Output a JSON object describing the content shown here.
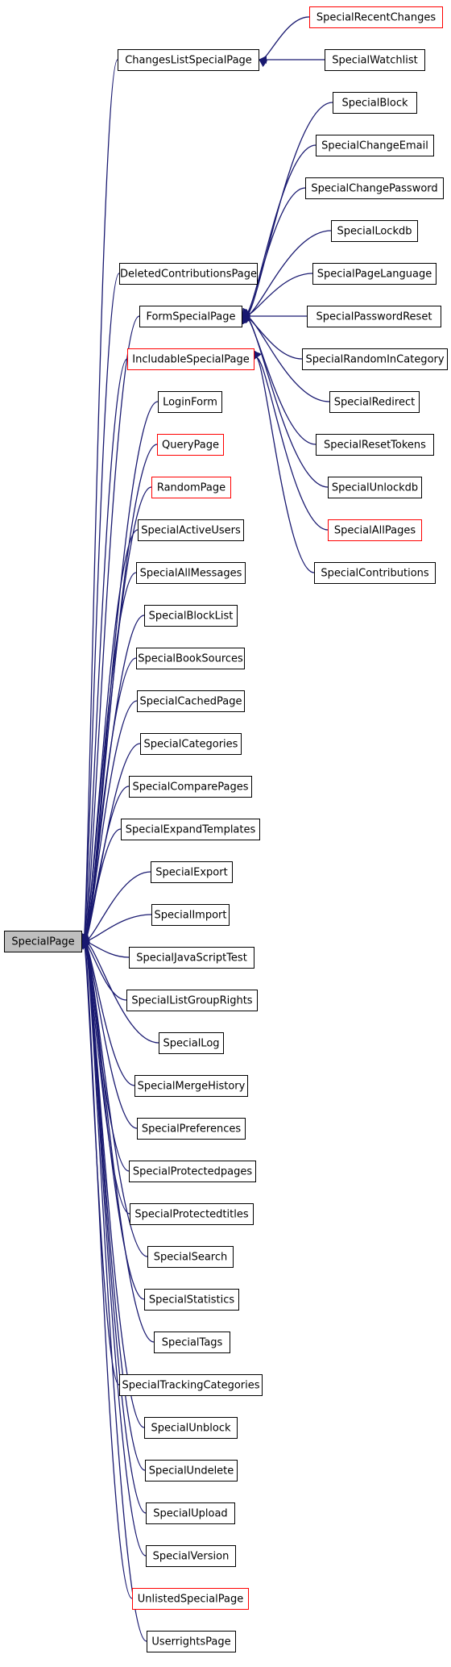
{
  "diagram": {
    "colors": {
      "edge": "#191970",
      "node_border": "#000000",
      "undocumented_border": "#ff0000",
      "root_fill": "#bfbfbf",
      "node_fill": "#ffffff"
    },
    "root": {
      "id": "SpecialPage",
      "label": "SpecialPage"
    },
    "nodes": [
      {
        "id": "SpecialRecentChanges",
        "label": "SpecialRecentChanges",
        "red": true
      },
      {
        "id": "ChangesListSpecialPage",
        "label": "ChangesListSpecialPage",
        "red": false
      },
      {
        "id": "SpecialWatchlist",
        "label": "SpecialWatchlist",
        "red": false
      },
      {
        "id": "SpecialBlock",
        "label": "SpecialBlock",
        "red": false
      },
      {
        "id": "SpecialChangeEmail",
        "label": "SpecialChangeEmail",
        "red": false
      },
      {
        "id": "SpecialChangePassword",
        "label": "SpecialChangePassword",
        "red": false
      },
      {
        "id": "SpecialLockdb",
        "label": "SpecialLockdb",
        "red": false
      },
      {
        "id": "DeletedContributionsPage",
        "label": "DeletedContributionsPage",
        "red": false
      },
      {
        "id": "SpecialPageLanguage",
        "label": "SpecialPageLanguage",
        "red": false
      },
      {
        "id": "FormSpecialPage",
        "label": "FormSpecialPage",
        "red": false
      },
      {
        "id": "SpecialPasswordReset",
        "label": "SpecialPasswordReset",
        "red": false
      },
      {
        "id": "IncludableSpecialPage",
        "label": "IncludableSpecialPage",
        "red": true
      },
      {
        "id": "SpecialRandomInCategory",
        "label": "SpecialRandomInCategory",
        "red": false
      },
      {
        "id": "LoginForm",
        "label": "LoginForm",
        "red": false
      },
      {
        "id": "SpecialRedirect",
        "label": "SpecialRedirect",
        "red": false
      },
      {
        "id": "QueryPage",
        "label": "QueryPage",
        "red": true
      },
      {
        "id": "SpecialResetTokens",
        "label": "SpecialResetTokens",
        "red": false
      },
      {
        "id": "RandomPage",
        "label": "RandomPage",
        "red": true
      },
      {
        "id": "SpecialUnlockdb",
        "label": "SpecialUnlockdb",
        "red": false
      },
      {
        "id": "SpecialAllPages",
        "label": "SpecialAllPages",
        "red": true
      },
      {
        "id": "SpecialActiveUsers",
        "label": "SpecialActiveUsers",
        "red": false
      },
      {
        "id": "SpecialContributions",
        "label": "SpecialContributions",
        "red": false
      },
      {
        "id": "SpecialAllMessages",
        "label": "SpecialAllMessages",
        "red": false
      },
      {
        "id": "SpecialBlockList",
        "label": "SpecialBlockList",
        "red": false
      },
      {
        "id": "SpecialBookSources",
        "label": "SpecialBookSources",
        "red": false
      },
      {
        "id": "SpecialCachedPage",
        "label": "SpecialCachedPage",
        "red": false
      },
      {
        "id": "SpecialCategories",
        "label": "SpecialCategories",
        "red": false
      },
      {
        "id": "SpecialComparePages",
        "label": "SpecialComparePages",
        "red": false
      },
      {
        "id": "SpecialExpandTemplates",
        "label": "SpecialExpandTemplates",
        "red": false
      },
      {
        "id": "SpecialExport",
        "label": "SpecialExport",
        "red": false
      },
      {
        "id": "SpecialImport",
        "label": "SpecialImport",
        "red": false
      },
      {
        "id": "SpecialJavaScriptTest",
        "label": "SpecialJavaScriptTest",
        "red": false
      },
      {
        "id": "SpecialListGroupRights",
        "label": "SpecialListGroupRights",
        "red": false
      },
      {
        "id": "SpecialLog",
        "label": "SpecialLog",
        "red": false
      },
      {
        "id": "SpecialMergeHistory",
        "label": "SpecialMergeHistory",
        "red": false
      },
      {
        "id": "SpecialPreferences",
        "label": "SpecialPreferences",
        "red": false
      },
      {
        "id": "SpecialProtectedpages",
        "label": "SpecialProtectedpages",
        "red": false
      },
      {
        "id": "SpecialProtectedtitles",
        "label": "SpecialProtectedtitles",
        "red": false
      },
      {
        "id": "SpecialSearch",
        "label": "SpecialSearch",
        "red": false
      },
      {
        "id": "SpecialStatistics",
        "label": "SpecialStatistics",
        "red": false
      },
      {
        "id": "SpecialTags",
        "label": "SpecialTags",
        "red": false
      },
      {
        "id": "SpecialTrackingCategories",
        "label": "SpecialTrackingCategories",
        "red": false
      },
      {
        "id": "SpecialUnblock",
        "label": "SpecialUnblock",
        "red": false
      },
      {
        "id": "SpecialUndelete",
        "label": "SpecialUndelete",
        "red": false
      },
      {
        "id": "SpecialUpload",
        "label": "SpecialUpload",
        "red": false
      },
      {
        "id": "SpecialVersion",
        "label": "SpecialVersion",
        "red": false
      },
      {
        "id": "UnlistedSpecialPage",
        "label": "UnlistedSpecialPage",
        "red": true
      },
      {
        "id": "UserrightsPage",
        "label": "UserrightsPage",
        "red": false
      }
    ],
    "edges": [
      {
        "from": "ChangesListSpecialPage",
        "to": "SpecialPage"
      },
      {
        "from": "DeletedContributionsPage",
        "to": "SpecialPage"
      },
      {
        "from": "FormSpecialPage",
        "to": "SpecialPage"
      },
      {
        "from": "IncludableSpecialPage",
        "to": "SpecialPage"
      },
      {
        "from": "LoginForm",
        "to": "SpecialPage"
      },
      {
        "from": "QueryPage",
        "to": "SpecialPage"
      },
      {
        "from": "RandomPage",
        "to": "SpecialPage"
      },
      {
        "from": "SpecialActiveUsers",
        "to": "SpecialPage"
      },
      {
        "from": "SpecialAllMessages",
        "to": "SpecialPage"
      },
      {
        "from": "SpecialBlockList",
        "to": "SpecialPage"
      },
      {
        "from": "SpecialBookSources",
        "to": "SpecialPage"
      },
      {
        "from": "SpecialCachedPage",
        "to": "SpecialPage"
      },
      {
        "from": "SpecialCategories",
        "to": "SpecialPage"
      },
      {
        "from": "SpecialComparePages",
        "to": "SpecialPage"
      },
      {
        "from": "SpecialExpandTemplates",
        "to": "SpecialPage"
      },
      {
        "from": "SpecialExport",
        "to": "SpecialPage"
      },
      {
        "from": "SpecialImport",
        "to": "SpecialPage"
      },
      {
        "from": "SpecialJavaScriptTest",
        "to": "SpecialPage"
      },
      {
        "from": "SpecialListGroupRights",
        "to": "SpecialPage"
      },
      {
        "from": "SpecialLog",
        "to": "SpecialPage"
      },
      {
        "from": "SpecialMergeHistory",
        "to": "SpecialPage"
      },
      {
        "from": "SpecialPreferences",
        "to": "SpecialPage"
      },
      {
        "from": "SpecialProtectedpages",
        "to": "SpecialPage"
      },
      {
        "from": "SpecialProtectedtitles",
        "to": "SpecialPage"
      },
      {
        "from": "SpecialSearch",
        "to": "SpecialPage"
      },
      {
        "from": "SpecialStatistics",
        "to": "SpecialPage"
      },
      {
        "from": "SpecialTags",
        "to": "SpecialPage"
      },
      {
        "from": "SpecialTrackingCategories",
        "to": "SpecialPage"
      },
      {
        "from": "SpecialUnblock",
        "to": "SpecialPage"
      },
      {
        "from": "SpecialUndelete",
        "to": "SpecialPage"
      },
      {
        "from": "SpecialUpload",
        "to": "SpecialPage"
      },
      {
        "from": "SpecialVersion",
        "to": "SpecialPage"
      },
      {
        "from": "UnlistedSpecialPage",
        "to": "SpecialPage"
      },
      {
        "from": "UserrightsPage",
        "to": "SpecialPage"
      },
      {
        "from": "SpecialRecentChanges",
        "to": "ChangesListSpecialPage"
      },
      {
        "from": "SpecialWatchlist",
        "to": "ChangesListSpecialPage"
      },
      {
        "from": "SpecialBlock",
        "to": "FormSpecialPage"
      },
      {
        "from": "SpecialChangeEmail",
        "to": "FormSpecialPage"
      },
      {
        "from": "SpecialChangePassword",
        "to": "FormSpecialPage"
      },
      {
        "from": "SpecialLockdb",
        "to": "FormSpecialPage"
      },
      {
        "from": "SpecialPageLanguage",
        "to": "FormSpecialPage"
      },
      {
        "from": "SpecialPasswordReset",
        "to": "FormSpecialPage"
      },
      {
        "from": "SpecialRandomInCategory",
        "to": "FormSpecialPage"
      },
      {
        "from": "SpecialRedirect",
        "to": "FormSpecialPage"
      },
      {
        "from": "SpecialResetTokens",
        "to": "FormSpecialPage"
      },
      {
        "from": "SpecialUnlockdb",
        "to": "FormSpecialPage"
      },
      {
        "from": "SpecialAllPages",
        "to": "IncludableSpecialPage"
      },
      {
        "from": "SpecialContributions",
        "to": "IncludableSpecialPage"
      }
    ]
  }
}
